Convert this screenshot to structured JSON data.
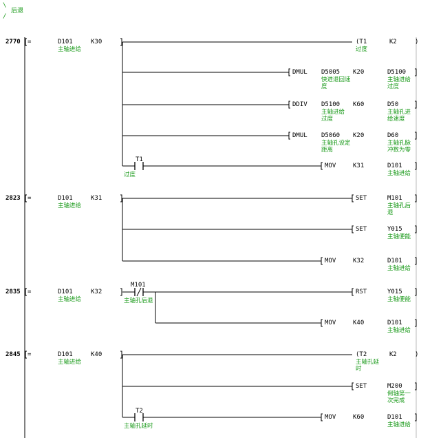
{
  "header": {
    "title": "后退",
    "mark_top": "\\",
    "mark_bottom": "/"
  },
  "rungs": [
    {
      "step": "2770",
      "cmp": "=",
      "s1": "D101",
      "s1_comment": "主轴进给",
      "s2": "K30",
      "outs": [
        {
          "op": "(T1",
          "a": "K2",
          "close": ")",
          "op_comment": "过度"
        },
        {
          "op": "DMUL",
          "a": "D5005",
          "a_comment": "快进退回速度",
          "b": "K20",
          "c": "D5100",
          "c_comment": "主轴进给过度"
        },
        {
          "op": "DDIV",
          "a": "D5100",
          "a_comment": "主轴进给过度",
          "b": "K60",
          "c": "D50",
          "c_comment": "主轴孔进给速度"
        },
        {
          "op": "DMUL",
          "a": "D5060",
          "a_comment": "主轴孔设定距离",
          "b": "K20",
          "c": "D60",
          "c_comment": "主轴孔脉冲数为零"
        },
        {
          "op": "MOV",
          "a": "K31",
          "c": "D101",
          "c_comment": "主轴进给",
          "contact": "T1",
          "contact_comment": "过度"
        }
      ]
    },
    {
      "step": "2823",
      "cmp": "=",
      "s1": "D101",
      "s1_comment": "主轴进给",
      "s2": "K31",
      "outs": [
        {
          "op": "SET",
          "a": "M101",
          "a_comment": "主轴孔后退"
        },
        {
          "op": "SET",
          "a": "Y015",
          "a_comment": "主轴便能"
        },
        {
          "op": "MOV",
          "a": "K32",
          "c": "D101",
          "c_comment": "主轴进给"
        }
      ]
    },
    {
      "step": "2835",
      "cmp": "=",
      "s1": "D101",
      "s1_comment": "主轴进给",
      "s2": "K32",
      "contact": "M101",
      "contact_comment": "主轴孔后退",
      "outs": [
        {
          "op": "RST",
          "a": "Y015",
          "a_comment": "主轴便能"
        },
        {
          "op": "MOV",
          "a": "K40",
          "c": "D101",
          "c_comment": "主轴进给"
        }
      ]
    },
    {
      "step": "2845",
      "cmp": "=",
      "s1": "D101",
      "s1_comment": "主轴进给",
      "s2": "K40",
      "outs": [
        {
          "op": "(T2",
          "a": "K2",
          "close": ")",
          "op_comment": "主轴孔延时"
        },
        {
          "op": "SET",
          "a": "M200",
          "a_comment": "倒轴第一次完成"
        },
        {
          "op": "MOV",
          "a": "K60",
          "c": "D101",
          "c_comment": "主轴进给",
          "contact": "T2",
          "contact_comment": "主轴孔延时"
        }
      ]
    }
  ]
}
